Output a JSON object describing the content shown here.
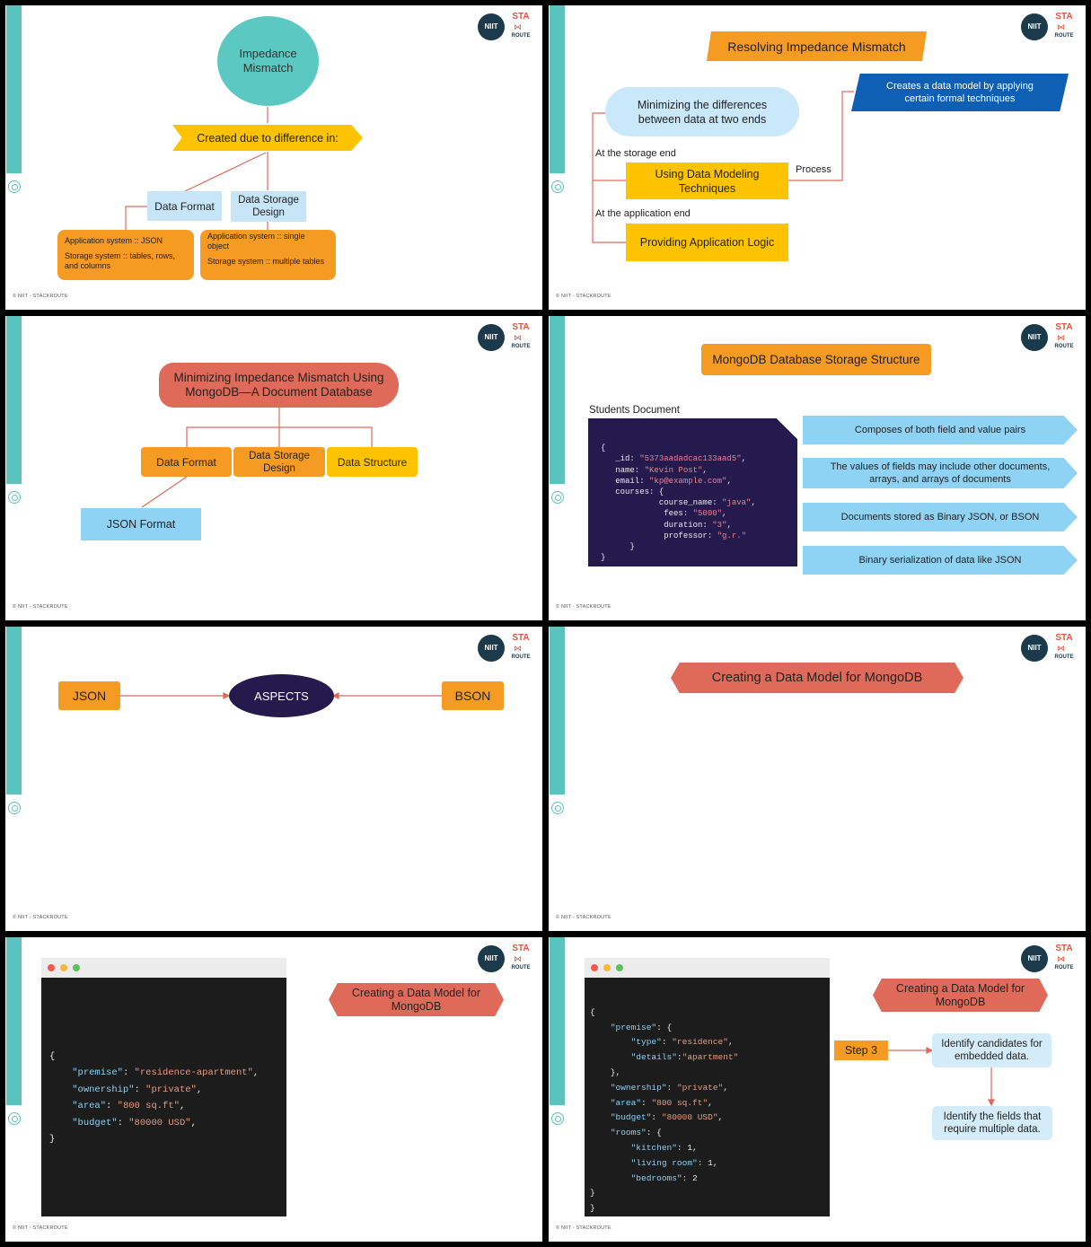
{
  "logo": {
    "niit": "NIIT",
    "sta": "STA",
    "route": "ROUTE"
  },
  "footer": "© NIIT - STACKROUTE",
  "s1": {
    "circle": "Impedance Mismatch",
    "banner": "Created due to difference in:",
    "left": "Data Format",
    "right": "Data Storage Design",
    "left_box": [
      "Application system :: JSON",
      "Storage system :: tables, rows, and columns"
    ],
    "right_box": [
      "Application system :: single object",
      "Storage system :: multiple tables"
    ]
  },
  "s2": {
    "title": "Resolving Impedance Mismatch",
    "bubble": "Minimizing the differences between data at two ends",
    "storage_end": "At the storage end",
    "box1": "Using Data Modeling Techniques",
    "app_end": "At the application end",
    "box2": "Providing Application Logic",
    "process": "Process",
    "blue": "Creates a data model by applying certain formal techniques"
  },
  "s3": {
    "title": "Minimizing Impedance Mismatch Using MongoDB—A Document Database",
    "b1": "Data Format",
    "b2": "Data Storage Design",
    "b3": "Data Structure",
    "json": "JSON Format"
  },
  "s4": {
    "title": "MongoDB Database Storage Structure",
    "doc_label": "Students Document",
    "features": [
      "Composes of both field and value pairs",
      "The values of fields may include other documents, arrays, and arrays of documents",
      "Documents stored as Binary JSON, or BSON",
      "Binary serialization of data like JSON"
    ],
    "code": {
      "open": "{",
      "id_key": "_id: ",
      "id_val": "\"5373aadadcac133aad5\"",
      "name_key": "name: ",
      "name_val": "\"Kevin Post\"",
      "email_key": "email: ",
      "email_val": "\"kp@example.com\"",
      "courses": "courses: {",
      "cn_key": "course_name: ",
      "cn_val": "\"java\"",
      "fees_key": "fees: ",
      "fees_val": "\"5000\"",
      "dur_key": "duration: ",
      "dur_val": "\"3\"",
      "prof_key": "professor: ",
      "prof_val": "\"g.r.\"",
      "inner_close": "}",
      "close": "}"
    }
  },
  "s5": {
    "left": "JSON",
    "center": "ASPECTS",
    "right": "BSON"
  },
  "s6": {
    "title": "Creating a Data Model for MongoDB"
  },
  "s7": {
    "title": "Creating a Data Model for MongoDB",
    "code": {
      "open": "{",
      "k1": "\"premise\"",
      "v1": "\"residence-apartment\"",
      "k2": "\"ownership\"",
      "v2": "\"private\"",
      "k3": "\"area\"",
      "v3": "\"800 sq.ft\"",
      "k4": "\"budget\"",
      "v4": "\"80000 USD\"",
      "close": "}"
    }
  },
  "s8": {
    "title": "Creating a Data Model for MongoDB",
    "step": "Step 3",
    "box1": "Identify candidates for embedded data.",
    "box2": "Identify the fields that require multiple data.",
    "code": {
      "open": "{",
      "premise": "\"premise\"",
      "type_k": "\"type\"",
      "type_v": "\"residence\"",
      "details_k": "\"details\"",
      "details_v": "\"apartment\"",
      "own_k": "\"ownership\"",
      "own_v": "\"private\"",
      "area_k": "\"area\"",
      "area_v": "\"800 sq.ft\"",
      "budget_k": "\"budget\"",
      "budget_v": "\"80000 USD\"",
      "rooms_k": "\"rooms\"",
      "kitchen_k": "\"kitchen\"",
      "kitchen_v": "1",
      "living_k": "\"living room\"",
      "living_v": "1",
      "bed_k": "\"bedrooms\"",
      "bed_v": "2",
      "close": "}"
    }
  }
}
